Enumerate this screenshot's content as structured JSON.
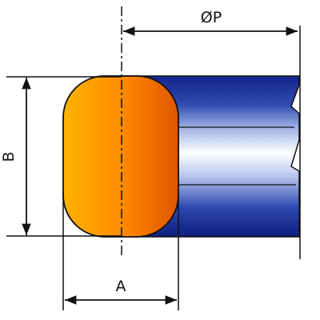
{
  "diagram": {
    "labels": {
      "diameter": "ØP",
      "height": "B",
      "width": "A"
    },
    "colors": {
      "line": "#111111",
      "bar_dark": "#14248a",
      "bar_mid": "#5a78c8",
      "bar_light": "#ffffff",
      "ring_dark": "#e85a00",
      "ring_light": "#ffb300"
    }
  }
}
